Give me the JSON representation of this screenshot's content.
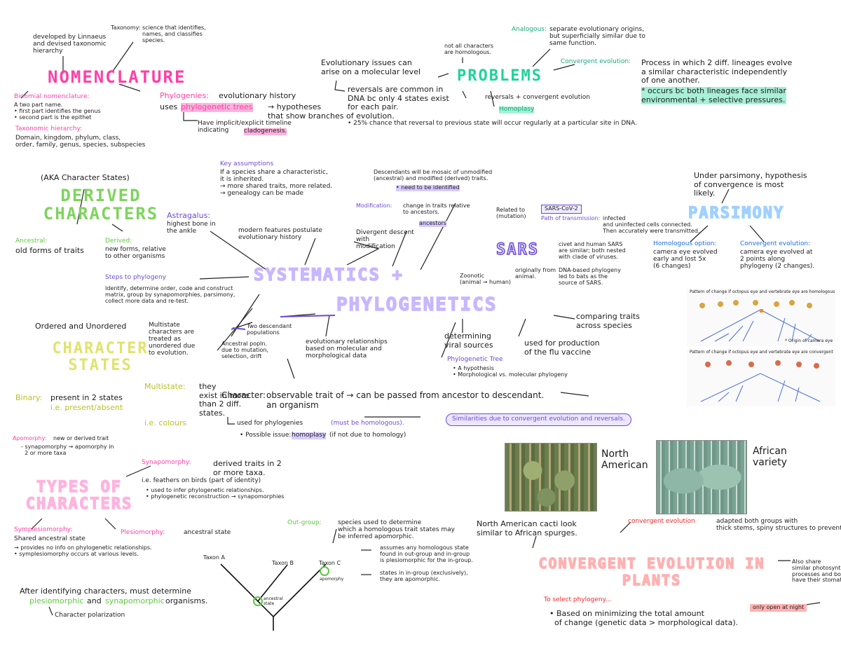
{
  "colors": {
    "pink": "#ff3fa6",
    "green": "#5fc742",
    "blue": "#1f6fe0",
    "purple": "#6c4bd0",
    "red": "#f02828",
    "yellow": "#e1e86b"
  },
  "titles": {
    "nomenclature": "NOMENCLATURE",
    "problems": "PROBLEMS",
    "derived": "DERIVED CHARACTERS",
    "parsimony": "PARSIMONY",
    "systematics": "SYSTEMATICS +",
    "phylogenetics": "PHYLOGENETICS",
    "states": "CHARACTER STATES",
    "sars": "SARS",
    "types": "TYPES OF CHARACTERS",
    "convergent": "CONVERGENT EVOLUTION IN PLANTS"
  },
  "nomen": {
    "taxonomy_label": "Taxonomy:",
    "taxonomy_text": "science that identifies,\nnames, and classifies\nspecies.",
    "linnaeus": "developed by Linnaeus\nand devised taxonomic\nhierarchy",
    "binomial_label": "Binomial nomenclature:",
    "binomial_text": "A two part name.\n• first part identifies the genus\n• second part is the epithet",
    "hierarchy_label": "Taxonomic hierarchy:",
    "hierarchy_text": "Domain, kingdom, phylum, class,\norder, family, genus, species, subspecies",
    "phylogenies_label": "Phylogenies:",
    "phylogenies_text": "evolutionary history",
    "uses": "uses",
    "trees": "phylogenetic trees",
    "hypotheses": "→ hypotheses\nthat show branches of evolution.",
    "timeline": "Have implicit/explicit timeline\nindicating",
    "cladogenesis": "cladogenesis."
  },
  "problems": {
    "molecular": "Evolutionary issues can\narise on a molecular level",
    "not_all": "not all characters\nare homologous.",
    "reversals": "reversals are common in\nDNA bc only 4 states exist\nfor each pair.",
    "rev_conv": "reversals + convergent evolution",
    "homoplasy": "Homoplasy",
    "chance": "• 25% chance that reversal to previous state will occur regularly at a particular site in DNA.",
    "analogous_label": "Analogous:",
    "analogous_text": "separate evolutionary origins,\nbut superficially similar due to\nsame function.",
    "conv_label": "Convergent evolution:",
    "conv_text": "Process in which 2 diff. lineages evolve\na similar characteristic independently\nof one another.",
    "occurs": "* occurs bc both lineages face similar\nenvironmental + selective pressures."
  },
  "derived": {
    "aka": "(AKA Character States)",
    "ancestral_label": "Ancestral:",
    "ancestral_text": "old forms of traits",
    "derived_label": "Derived:",
    "derived_text": "new forms, relative\nto other organisms"
  },
  "center": {
    "key_label": "Key assumptions",
    "key_text": "If a species share a characteristic,\nit is inherited.\n→ more shared traits, more related.\n→ genealogy can be made",
    "astragalus_label": "Astragalus:",
    "astragalus_text": "highest bone in\nthe ankle",
    "modern": "modern features postulate\nevolutionary history",
    "mosaic": "Descendants will be mosaic of unmodified\n(ancestral) and modified (derived) traits.",
    "need_identified": "• need to be identified",
    "modification_label": "Modification:",
    "modification_text": "change in traits relative\nto ancestors.",
    "ancestors": "ancestors",
    "divergent": "Divergent descent\nwith\nmodification",
    "steps_label": "Steps to phylogeny",
    "steps_text": "Identify, determine order, code and construct\nmatrix, group by synapomorphies, parsimony,\ncollect more data and re-test.",
    "two_desc": "Two descendant\npopulations",
    "ancestral_pop": "Ancestral popln.\ndue to mutation,\nselection, drift",
    "evo_rel": "evolutionary relationships\nbased on molecular and\nmorphological data",
    "viral": "determining\nviral sources",
    "vaccine": "used for production\nof the flu vaccine",
    "comparing": "comparing traits\nacross species",
    "tree_label": "Phylogenetic Tree",
    "tree_text": "• A hypothesis\n• Morphological vs. molecular phylogeny",
    "character_label": "Character:",
    "character_text": "observable trait of → can be passed from ancestor to descendant.\nan organism",
    "used_for": "used for phylogenies",
    "must": "(must be homologous).",
    "possible": "• Possible issue:",
    "homoplasy": "homoplasy",
    "if_not": "(if not due to homology)",
    "similarities": "Similarities due to convergent evolution and reversals."
  },
  "sars": {
    "related": "Related to\n(mutation)",
    "sarscov": "SARS-CoV-2",
    "path_label": "Path of transmission:",
    "path_text": "infected\nand uninfected cells connected.\nThen accurately were transmitted.",
    "civet": "civet and human SARS\nare similar; both nested\nwith clade of viruses.",
    "dna_based": "DNA-based phylogeny\nled to bats as the\nsource of SARS.",
    "originally": "originally from\nanimal.",
    "zoonotic": "Zoonotic\n(animal → human)"
  },
  "parsimony": {
    "under": "Under parsimony, hypothesis\nof convergence is most\nlikely.",
    "homologous_label": "Homologous option:",
    "homologous_text": "camera eye evolved\nearly and lost 5x\n(6 changes)",
    "convergent_label": "Convergent evolution:",
    "convergent_text": "camera eye evolved at\n2 points along\nphylogeny (2 changes).",
    "fig1_caption": "Pattern of change if octopus eye and vertebrate eye are homologous",
    "fig1_origin": "* Origin of camera eye",
    "fig2_caption": "Pattern of change if octopus eye and vertebrate eye are convergent"
  },
  "states": {
    "ordered": "Ordered and Unordered",
    "multistate_top": "Multistate\ncharacters are\ntreated as\nunordered due\nto evolution.",
    "binary_label": "Binary:",
    "binary_text": "present in 2 states",
    "binary_eg": "i.e. present/absent",
    "multistate_label": "Multistate:",
    "multistate_text": "they\nexist in more\nthan 2 diff.\nstates.",
    "multistate_eg": "i.e. colours"
  },
  "types": {
    "apomorphy_label": "Apomorphy:",
    "apomorphy_text": "new or derived trait",
    "apomorphy_sub": "- synapomorphy → apomorphy in\n  2 or more taxa",
    "synapo_label": "Synapomorphy:",
    "synapo_text": "derived traits in 2\nor more taxa.",
    "synapo_eg": "i.e. feathers on birds (part of identity)",
    "synapo_uses": "• used to infer phylogenetic relationships.\n• phylogenetic reconstruction → synapomorphies",
    "symple_label": "Symplesiomorphy:",
    "symple_text": "Shared ancestral state",
    "symple_sub": "→ provides no info on phylogenetic relationships.\n• symplesiomorphy occurs at various levels.",
    "plesio_label": "Plesiomorphy:",
    "plesio_text": "ancestral state",
    "outgroup_label": "Out-group:",
    "outgroup_text": "species used to determine\nwhich a homologous trait states may\nbe inferred apomorphic.",
    "assumes": "assumes any homologous state\nfound in out-group and in-group\nis plesiomorphic for the in-group.",
    "states_in": "states in in-group (exclusively),\nthey are apomorphic.",
    "taxon_a": "Taxon A",
    "taxon_b": "Taxon B",
    "taxon_c": "Taxon C",
    "ancestral_state": "ancestral\nstate",
    "apomorphy_small": "apomorphy",
    "after": "After identifying characters, must determine",
    "plesio_word": "plesiomorphic",
    "and": "and",
    "synapo_word": "synapomorphic",
    "organisms": "organisms.",
    "polarization": "Character polarization"
  },
  "plants": {
    "north": "North\nAmerican",
    "african": "African\nvariety",
    "cacti": "North American cacti look\nsimilar to African spurges.",
    "conv_label": "convergent evolution",
    "conv_text": "adapted both groups with\nthick stems, spiny structures to prevent predation.",
    "also": "Also share\nsimilar photosynthetic\nprocesses and both\nhave their stomata",
    "open": "only open at night",
    "select": "To select phylogeny...",
    "based": "• Based on minimizing the total amount\n  of change (genetic data > morphological data)."
  }
}
